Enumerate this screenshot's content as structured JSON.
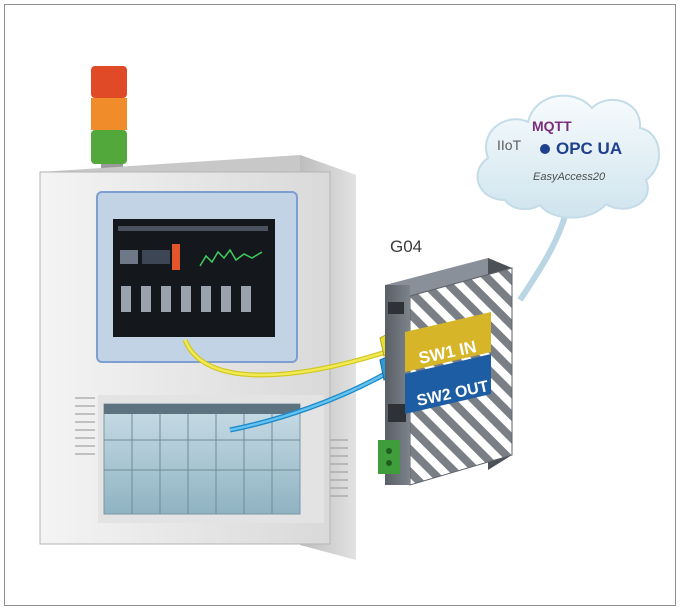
{
  "device": {
    "model": "G04",
    "port_in_label": "SW1 IN",
    "port_out_label": "SW2 OUT"
  },
  "cloud": {
    "iiot_label": "IIoT",
    "mqtt_label": "MQTT",
    "opcua_label": "OPC UA",
    "easyaccess_label": "EasyAccess20"
  },
  "colors": {
    "in_cable": "#e9e02c",
    "out_cable": "#2aa2e0",
    "sw1_band": "#d8b82a",
    "sw2_band": "#1d5fa6",
    "mqtt": "#7a2d7a",
    "opcua": "#1f3f8f"
  }
}
